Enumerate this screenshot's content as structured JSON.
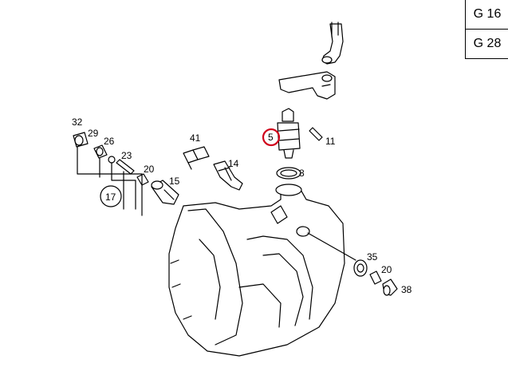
{
  "codes": [
    "G 16",
    "G 28"
  ],
  "parts": {
    "p32": "32",
    "p29": "29",
    "p26": "26",
    "p23": "23",
    "p20a": "20",
    "p15": "15",
    "p17": "17",
    "p41": "41",
    "p14": "14",
    "p5": "5",
    "p11": "11",
    "p8": "8",
    "p35": "35",
    "p20b": "20",
    "p38": "38"
  },
  "highlight": {
    "part": "5",
    "color": "#d0021b"
  }
}
